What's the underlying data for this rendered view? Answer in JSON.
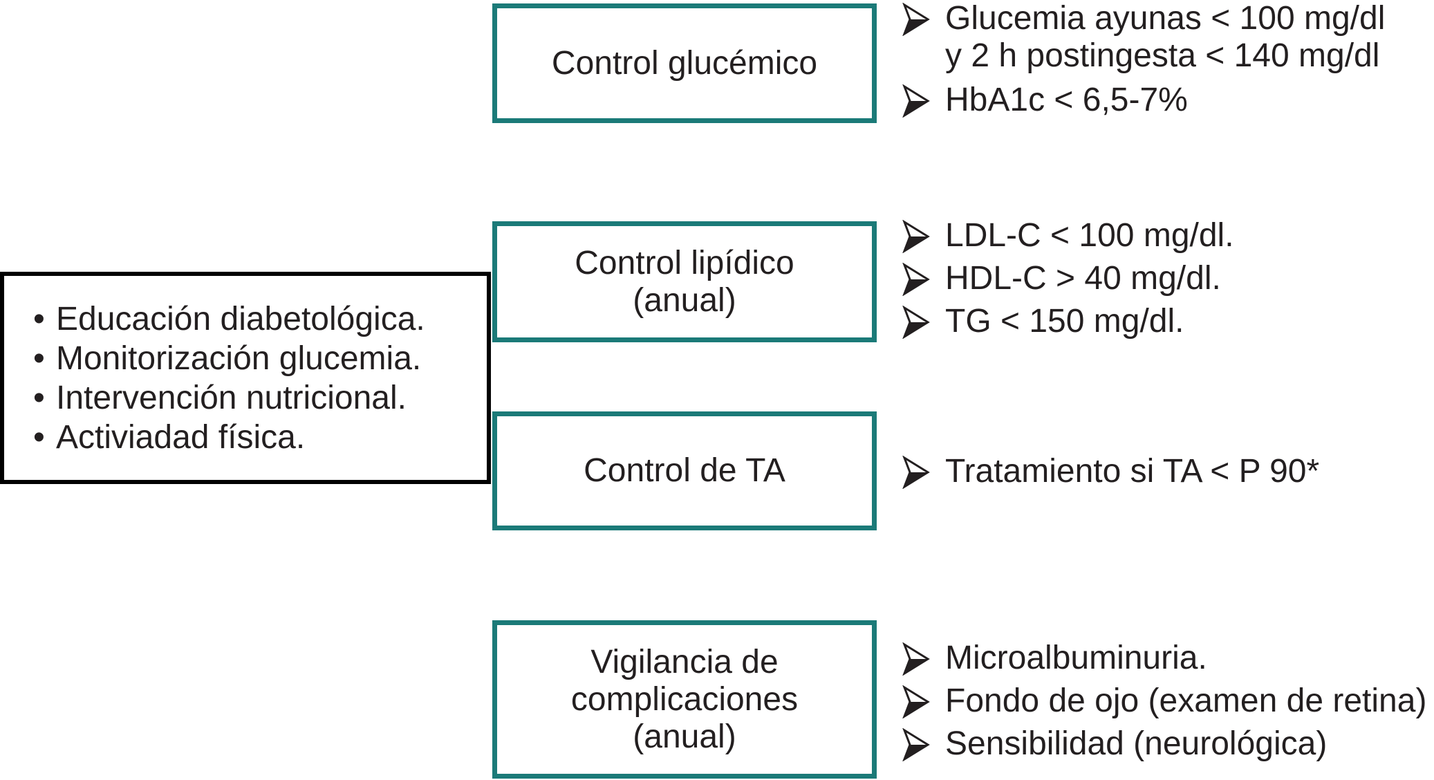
{
  "colors": {
    "teal_border": "#1b7a78",
    "black_border": "#000000",
    "text": "#231f20",
    "background": "#ffffff"
  },
  "left_panel": {
    "items": [
      "Educación diabetológica.",
      "Monitorización glucemia.",
      "Intervención nutricional.",
      "Activiadad física."
    ]
  },
  "rows": [
    {
      "box_lines": [
        "Control glucémico"
      ],
      "bullets": [
        {
          "lines": [
            "Glucemia ayunas < 100 mg/dl",
            "y 2 h postingesta < 140 mg/dl"
          ]
        },
        {
          "lines": [
            "HbA1c < 6,5-7%"
          ]
        }
      ]
    },
    {
      "box_lines": [
        "Control lipídico",
        "(anual)"
      ],
      "bullets": [
        {
          "lines": [
            "LDL-C < 100 mg/dl."
          ]
        },
        {
          "lines": [
            "HDL-C > 40 mg/dl."
          ]
        },
        {
          "lines": [
            "TG < 150 mg/dl."
          ]
        }
      ]
    },
    {
      "box_lines": [
        "Control de TA"
      ],
      "bullets": [
        {
          "lines": [
            "Tratamiento si TA < P 90*"
          ]
        }
      ]
    },
    {
      "box_lines": [
        "Vigilancia de",
        "complicaciones",
        "(anual)"
      ],
      "bullets": [
        {
          "lines": [
            "Microalbuminuria."
          ]
        },
        {
          "lines": [
            "Fondo de ojo (examen de retina)"
          ]
        },
        {
          "lines": [
            "Sensibilidad (neurológica)"
          ]
        }
      ]
    }
  ],
  "icons": {
    "arrow_bullet": "➢",
    "dot_bullet": "•"
  }
}
